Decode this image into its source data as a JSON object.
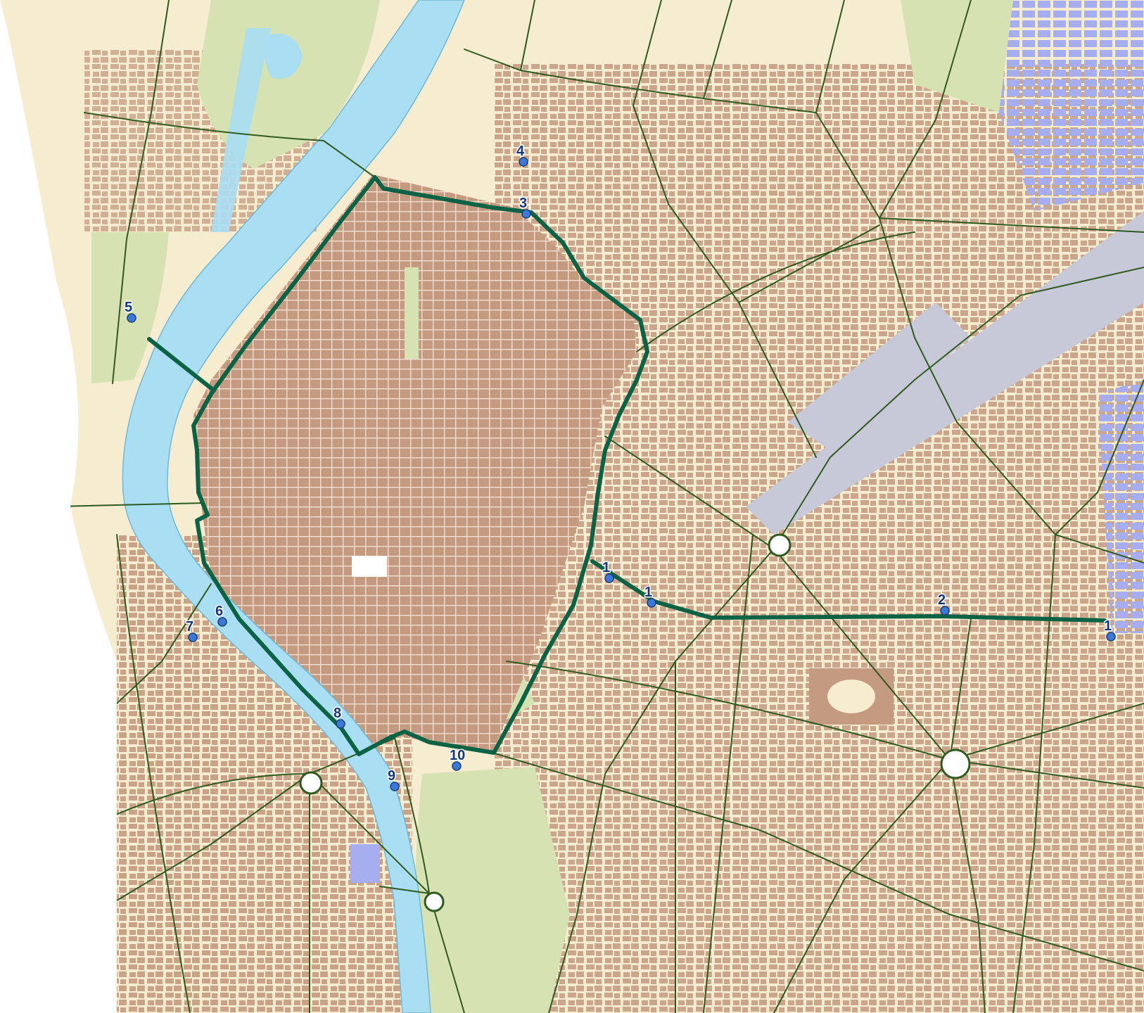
{
  "colors": {
    "background": "#ffffff",
    "land": "#f6ecd0",
    "river": "#a9def3",
    "river_edge": "#6fb8d6",
    "park": "#d7e2b2",
    "building": "#c49a80",
    "industrial": "#a7aef0",
    "rail": "#c7c9d8",
    "street": "#ffffff",
    "road_network": "#2f5a1f",
    "route": "#0c6244",
    "marker_fill": "#3c78d8",
    "marker_stroke": "#1d3f7a",
    "marker_label": "#14367c"
  },
  "icons": {
    "marker": "map-pin-icon",
    "roundabout": "roundabout-icon"
  },
  "markers": [
    {
      "id": "m1a",
      "label": "1"
    },
    {
      "id": "m1b",
      "label": "1"
    },
    {
      "id": "m1c",
      "label": "1"
    },
    {
      "id": "m2",
      "label": "2"
    },
    {
      "id": "m3",
      "label": "3"
    },
    {
      "id": "m4",
      "label": "4"
    },
    {
      "id": "m5",
      "label": "5"
    },
    {
      "id": "m6",
      "label": "6"
    },
    {
      "id": "m7",
      "label": "7"
    },
    {
      "id": "m8",
      "label": "8"
    },
    {
      "id": "m9",
      "label": "9"
    },
    {
      "id": "m10",
      "label": "10"
    }
  ]
}
